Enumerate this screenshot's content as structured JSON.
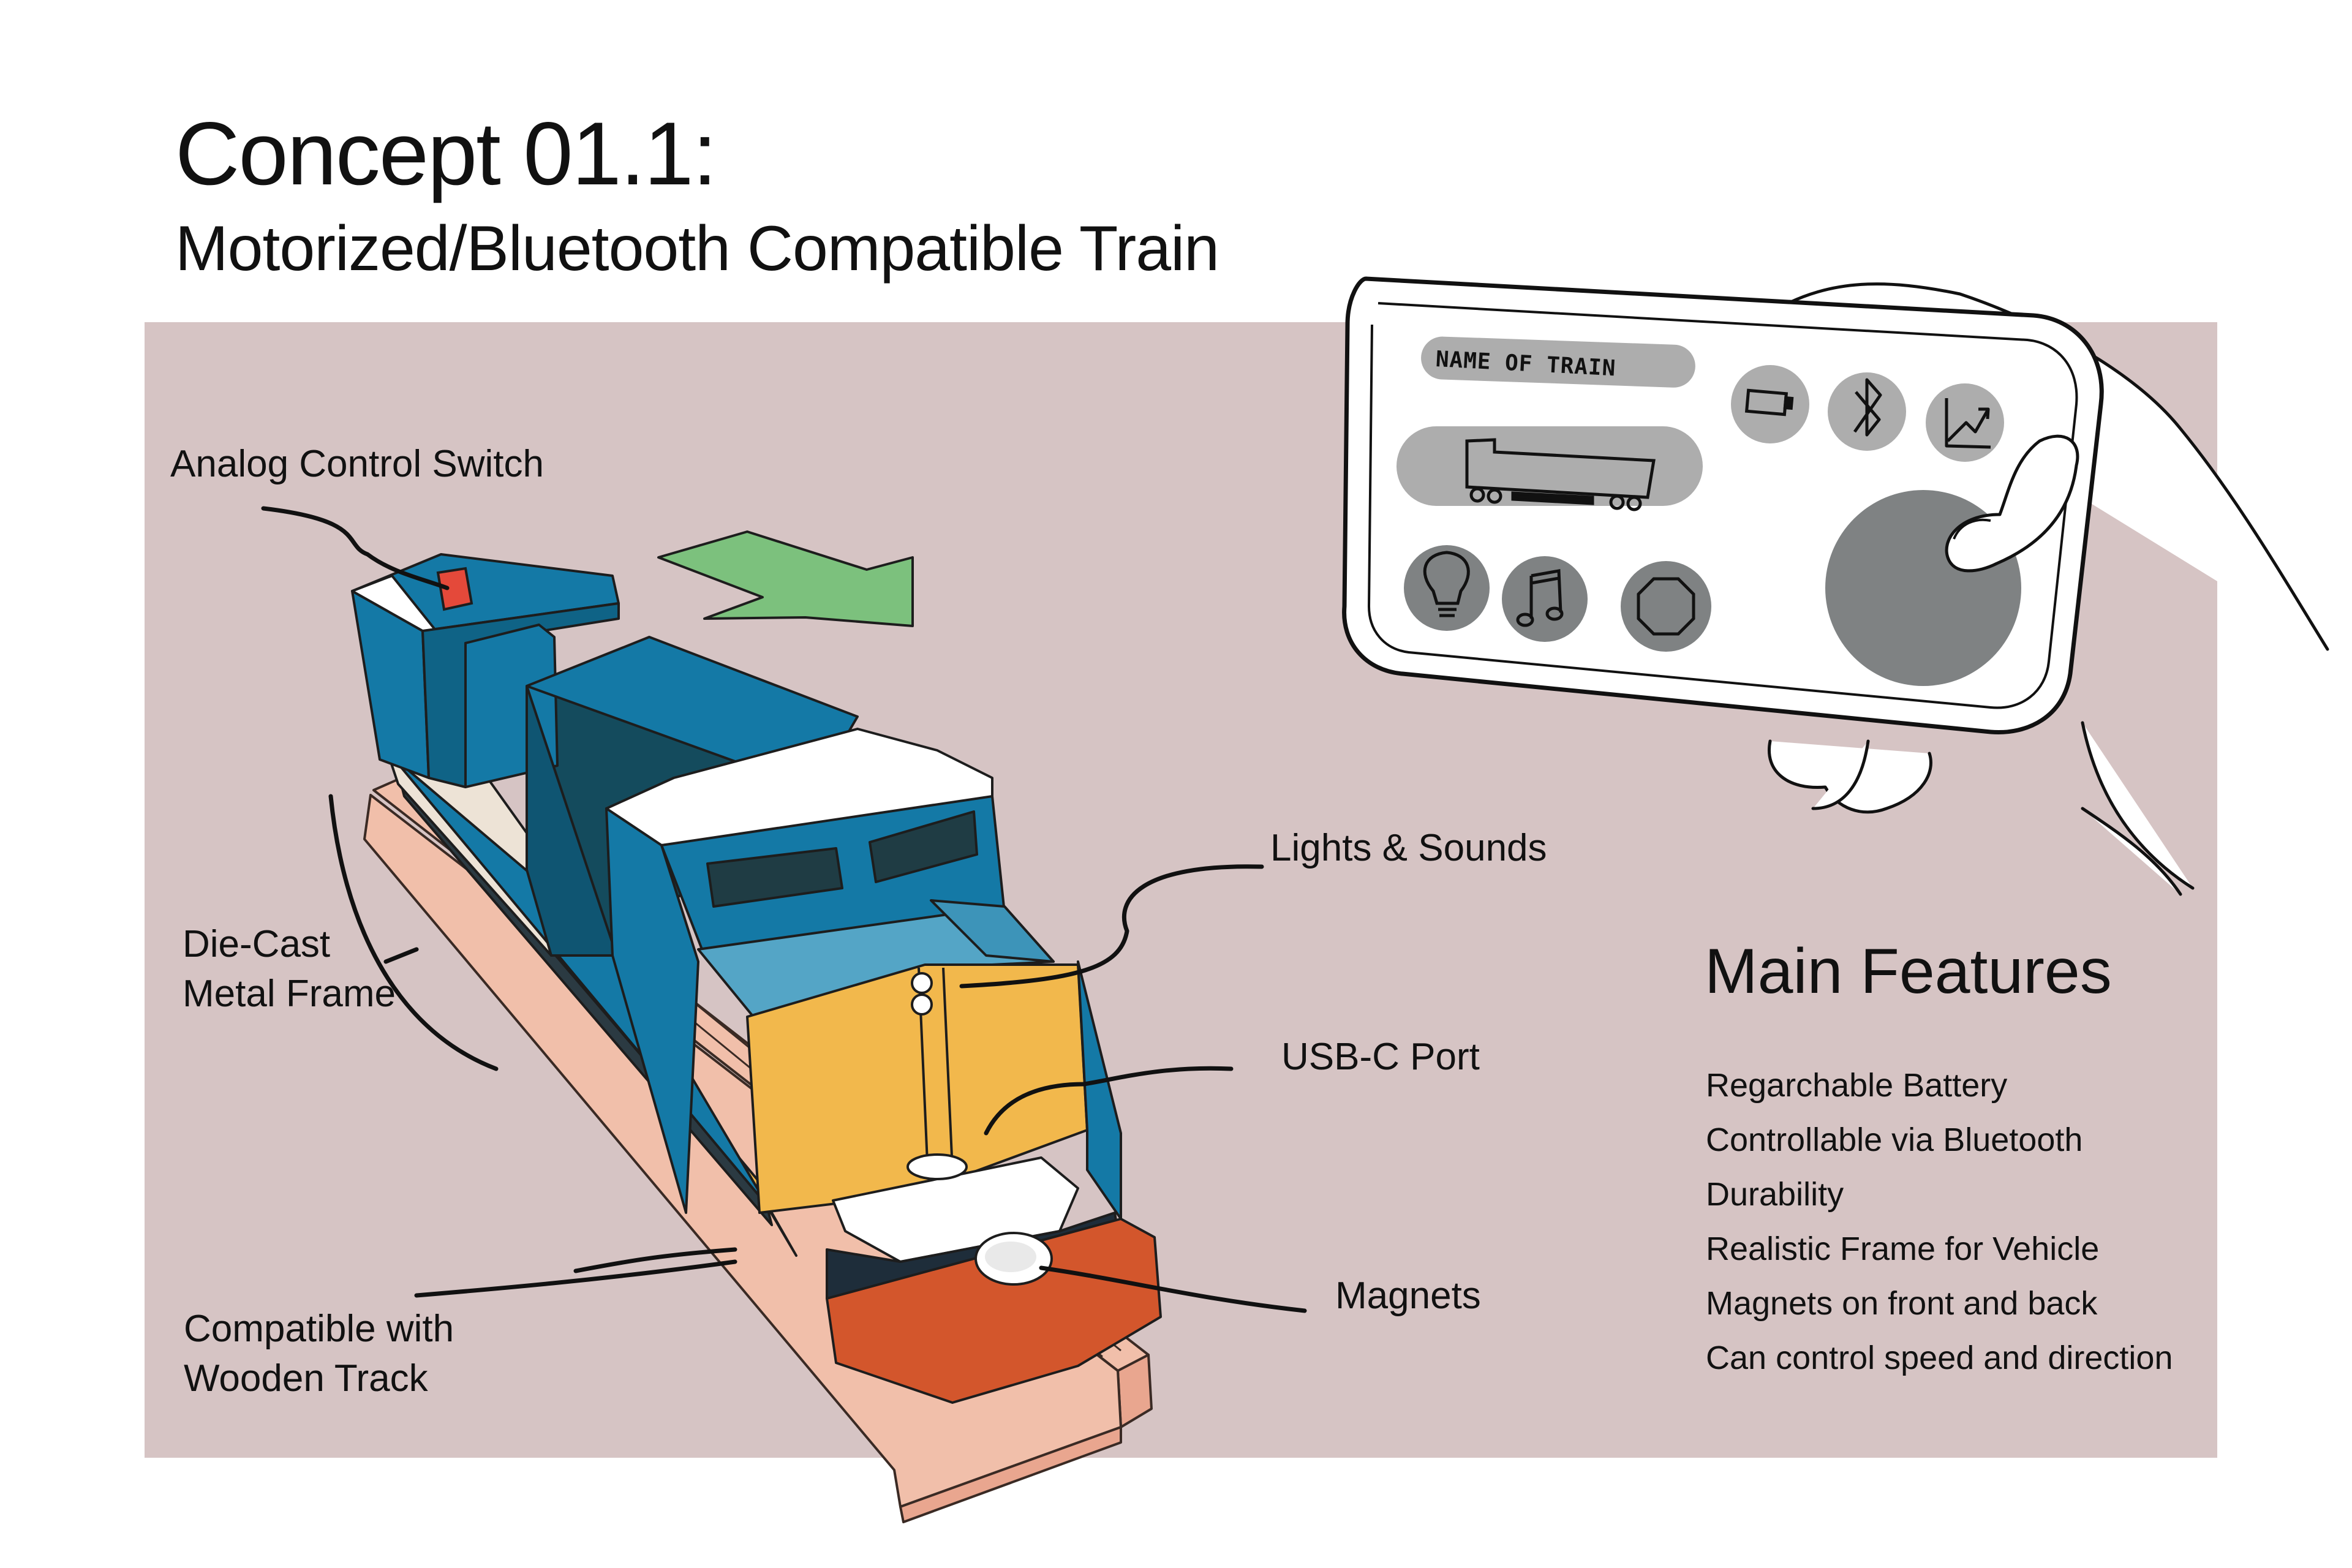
{
  "header": {
    "title": "Concept 01.1:",
    "subtitle": "Motorized/Bluetooth Compatible Train"
  },
  "callouts": {
    "analog_switch": "Analog Control Switch",
    "die_cast_line1": "Die-Cast",
    "die_cast_line2": "Metal Frame",
    "lights_sounds": "Lights & Sounds",
    "usb_c": "USB-C Port",
    "magnets": "Magnets",
    "wooden_track_line1": "Compatible with",
    "wooden_track_line2": "Wooden Track"
  },
  "remote": {
    "screen_label": "NAME OF TRAIN",
    "icons": [
      "battery-icon",
      "bluetooth-icon",
      "chart-icon",
      "train-icon",
      "lightbulb-icon",
      "music-note-icon",
      "stop-icon",
      "joystick"
    ]
  },
  "features": {
    "heading": "Main Features",
    "items": [
      "Regarchable Battery",
      "Controllable via Bluetooth",
      "Durability",
      "Realistic Frame for Vehicle",
      "Magnets on front and back",
      "Can control speed and direction"
    ]
  },
  "colors": {
    "panel": "#D6C4C4",
    "train_blue": "#1479A6",
    "train_light_blue": "#54A5C6",
    "train_yellow": "#F2B84C",
    "plow_orange": "#D3562C",
    "track": "#F1BFAA",
    "arrow_green": "#7CC17D",
    "switch_red": "#E4493A",
    "remote_button_gray": "#7F8283"
  }
}
